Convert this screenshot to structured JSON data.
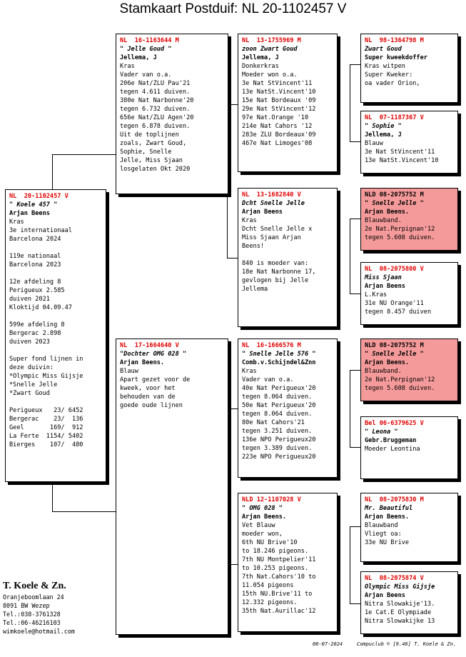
{
  "title": "Stamkaart Postduif: NL  20-1102457 V",
  "birds": [
    {
      "id": "main",
      "ring": "NL  20-1102457 V",
      "name": "\" Koele 457 \"",
      "breeder": "Arjan Beens",
      "lines": [
        "Kras",
        "3e internationaal",
        "Barcelona 2024",
        "",
        "119e nationaal",
        "Barcelona 2023",
        "",
        "12e afdeling 8",
        "Perigueux 2.585",
        "duiven 2021",
        "Kloktijd 04.09.47",
        "",
        "599e afdeling 8",
        "Bergerac 2.898",
        "duiven 2023",
        "",
        "Super fond lijnen in",
        "deze duivin:",
        "*Olympic Miss Gijsje",
        "*Snelle Jelle",
        "*Zwart Goud",
        "",
        "Perigueux   23/ 6452",
        "Bergerac    23/  136",
        "Geel       169/  912",
        "La Ferte  1154/ 5402",
        "Bierges    107/  480"
      ]
    },
    {
      "id": "father",
      "ring": "NL  16-1163644 M",
      "name": "\" Jelle Goud \"",
      "breeder": "Jellema, J",
      "lines": [
        "Kras",
        "Vader van o.a.",
        "206e Nat/ZLU Pau'21",
        "tegen 4.611 duiven.",
        "380e Nat Narbonne'20",
        "tegen 6.732 duiven.",
        "656e Nat/ZLU Agen'20",
        "tegen 6.878 duiven.",
        "Uit de toplijnen",
        "zoals, Zwart Goud,",
        "Sophie, Snelle",
        "Jelle, Miss Sjaan",
        "losgelaten Okt 2020"
      ]
    },
    {
      "id": "mother",
      "ring": "NL  17-1664640 V",
      "name": "\"Dochter OMG 028 \"",
      "breeder": "Arjan Beens.",
      "lines": [
        "Blauw",
        "Apart gezet voor de",
        "kweek, voor het",
        "behouden van de",
        "goede oude lijnen"
      ]
    },
    {
      "id": "ff",
      "ring": "NL  13-1755969 M",
      "name": "zoon Zwart Goud",
      "breeder": "Jellema, J",
      "lines": [
        "Donkerkras",
        "Moeder won o.a.",
        "3e Nat StVincent'11",
        "13e NatSt.Vincent'10",
        "15e Nat Bordeaux '09",
        "29e Nat StVincent'12",
        "97e Nat.Orange '10",
        "214e Nat Cahors '12",
        "283e ZLU Bordeaux'09",
        "467e Nat Limoges'08"
      ]
    },
    {
      "id": "fm",
      "ring": "NL  13-1682840 V",
      "name": "Dcht Snelle Jelle",
      "breeder": "Arjan Beens",
      "lines": [
        "Kras",
        "Dcht Snelle Jelle x",
        "Miss Sjaan Arjan",
        "Beens!",
        "",
        "840 is moeder van:",
        "18e Nat Narbonne 17,",
        "gevlogen bij Jelle",
        "Jellema"
      ]
    },
    {
      "id": "mf",
      "ring": "NL  16-1666576 M",
      "name": "\" Snelle Jelle 576 \"",
      "breeder": "Comb.v.Schijndel&Znn",
      "lines": [
        "Kras",
        "Vader van o.a.",
        "40e Nat Perigueux'20",
        "tegen 8.064 duiven.",
        "50e Nat Perigueux'20",
        "tegen 8.064 duiven.",
        "80e Nat Cahors'21",
        "tegen 3.251 duiven.",
        "136e NPO Perigueux20",
        "tegen 3.389 duiven.",
        "223e NPO Perigueux20"
      ]
    },
    {
      "id": "mm",
      "ring": "NLD 12-1107028 V",
      "name": "\" OMG 028 \"",
      "breeder": "Arjan Beens.",
      "lines": [
        "Vet Blauw",
        "moeder won,",
        "6th NU Brive'10",
        "to 18.246 pigeons.",
        "7th NU Montpelier'11",
        "to 10.253 pigeons.",
        "7th Nat.Cahors'10 to",
        "11.054 pigeons",
        "15th NU.Brive'11 to",
        "12.332 pigeons.",
        "35th Nat.Aurillac'12"
      ]
    },
    {
      "id": "fff",
      "ring": "NL  98-1364798 M",
      "name": "Zwart Goud",
      "breeder": "Super kweekdoffer",
      "lines": [
        "Kras witpen",
        "Super Kweker:",
        "oa vader Orion,"
      ]
    },
    {
      "id": "ffm",
      "ring": "NL  07-1187367 V",
      "name": "\" Sophie \"",
      "breeder": "Jellema, J",
      "lines": [
        "Blauw",
        "3e Nat StVincent'11",
        "13e NatSt.Vincent'10"
      ]
    },
    {
      "id": "fmf",
      "ring": "NLD 08-2075752 M",
      "name": "\" Snelle Jelle \"",
      "breeder": "Arjan Beens.",
      "lines": [
        "Blauwband.",
        "2e Nat.Perpignan'12",
        "tegen 5.608 duiven."
      ]
    },
    {
      "id": "fmm",
      "ring": "NL  08-2075800 V",
      "name": "Miss Sjaan",
      "breeder": "Arjan Beens",
      "lines": [
        "L.Kras",
        "31e NU Orange'11",
        "tegen 8.457 duiven"
      ]
    },
    {
      "id": "mff",
      "ring": "NLD 08-2075752 M",
      "name": "\" Snelle Jelle \"",
      "breeder": "Arjan Beens.",
      "lines": [
        "Blauwband.",
        "2e Nat.Perpignan'12",
        "tegen 5.608 duiven."
      ]
    },
    {
      "id": "mfm",
      "ring": "Bel 06-6379625 V",
      "name": "\" Leona \"",
      "breeder": "Gebr.Bruggeman",
      "lines": [
        "Moeder Leontina"
      ]
    },
    {
      "id": "mmf",
      "ring": "NL  08-2075830 M",
      "name": "Mr. Beautiful",
      "breeder": "Arjan Beens.",
      "lines": [
        "Blauwband",
        "Vliegt oa:",
        "33e NU Brive"
      ]
    },
    {
      "id": "mmm",
      "ring": "NL  08-2075874 V",
      "name": "Olympic Miss Gijsje",
      "breeder": "Arjan Beens",
      "lines": [
        "Nitra Slowakije'13.",
        "1e Cat.E Olympiade",
        "Nitra Slowakijke 13"
      ]
    }
  ],
  "breeder_info": {
    "name": "T. Koele & Zn.",
    "lines": [
      "Oranjeboomlaan 24",
      "8091 BW  Wezep",
      "Tel.:038-3761328",
      "Tel.:06-46216103",
      "wimkoele@hotmail.com"
    ]
  },
  "footer": {
    "date": "06-07-2024",
    "credit": "Compuclub © [9.46]  T. Koele & Zn."
  }
}
